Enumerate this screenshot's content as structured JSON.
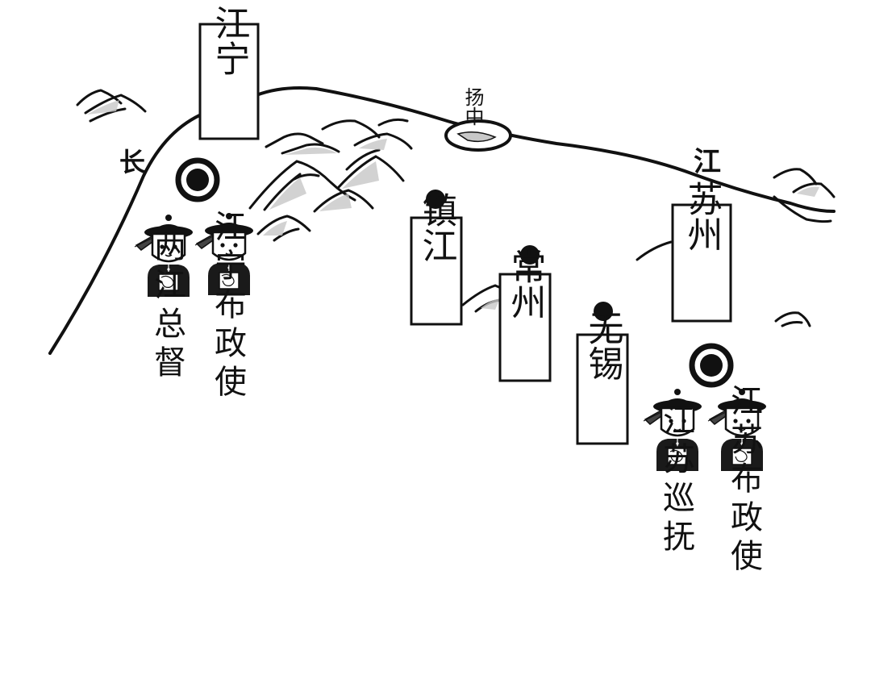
{
  "cities": {
    "jiangning": "江宁",
    "zhenjiang": "镇江",
    "changzhou": "常州",
    "wuxi": "无锡",
    "suzhou": "苏州"
  },
  "river": {
    "chang": "长",
    "jiang": "江"
  },
  "island": "扬中",
  "officials": {
    "liangjiang_governor_general": "两江总督",
    "jiangning_treasurer": "江宁布政使",
    "jiangsu_governor": "江苏巡抚",
    "jiangsu_treasurer": "江苏布政使"
  },
  "colors": {
    "ink": "#111111",
    "paper": "#ffffff",
    "hill_shade": "#c8c8c8",
    "robe": "#1a1a1a"
  }
}
